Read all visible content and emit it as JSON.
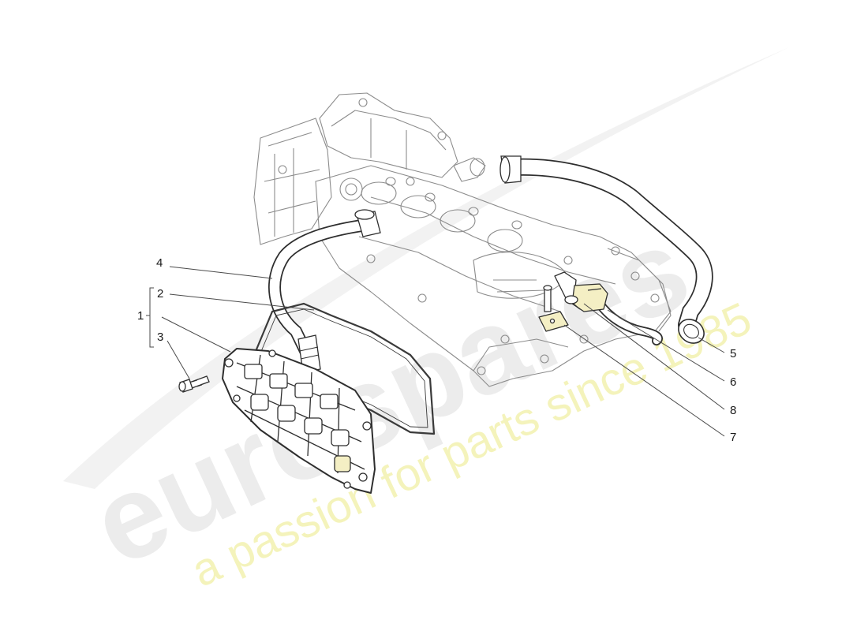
{
  "watermark": {
    "brand": "eurospares",
    "tagline": "a passion for parts since 1985",
    "brand_color": "#e6e6e6",
    "tagline_color": "#f3f2b0"
  },
  "callouts": {
    "c1": "1",
    "c2": "2",
    "c3": "3",
    "c4": "4",
    "c5": "5",
    "c6": "6",
    "c7": "7",
    "c8": "8"
  },
  "colors": {
    "line": "#4a4a4a",
    "engine": "#8c8c8c",
    "hose": "#2e2e2e",
    "highlight": "#f4efc4"
  }
}
